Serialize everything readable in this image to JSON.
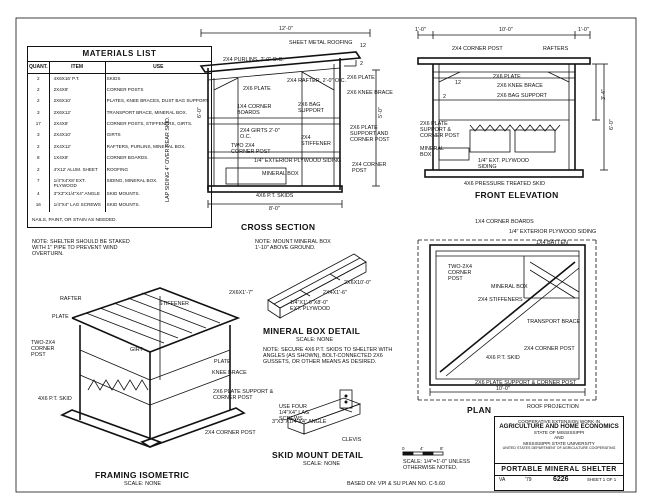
{
  "materials": {
    "title": "MATERIALS LIST",
    "headers": [
      "QUANT.",
      "ITEM",
      "USE"
    ],
    "rows": [
      {
        "quant": "2",
        "item": "4x6x16' P.T.",
        "use": "SKIDS"
      },
      {
        "quant": "2",
        "item": "2x4x8'",
        "use": "CORNER POSTS"
      },
      {
        "quant": "2",
        "item": "2x6x10'",
        "use": "PLATES, KNEE BRACES, DUST BAG SUPPORT."
      },
      {
        "quant": "3",
        "item": "2x6x12'",
        "use": "TRANSPORT BRACE, MINERAL BOX."
      },
      {
        "quant": "17",
        "item": "2x4x8'",
        "use": "CORNER POSTS, STIFFENERS, GIRTS."
      },
      {
        "quant": "3",
        "item": "2x4x10'",
        "use": "GIRTS"
      },
      {
        "quant": "2",
        "item": "2x4x12'",
        "use": "RAFTERS, PURLINS, MINERAL BOX."
      },
      {
        "quant": "8",
        "item": "1x4x8'",
        "use": "CORNER BOARDS."
      },
      {
        "quant": "2",
        "item": "4'x12' ALUM. SHEET",
        "use": "ROOFING"
      },
      {
        "quant": "7",
        "item": "1/4\"x4'x8' EXT. PLYWOOD",
        "use": "SIDING, MINERAL BOX."
      },
      {
        "quant": "4",
        "item": "3\"x3\"x1/4\"x4\" ANGLE",
        "use": "SKID MOUNTS."
      },
      {
        "quant": "16",
        "item": "1/4\"x4\" LAG SCREWS",
        "use": "SKID MOUNTS."
      }
    ],
    "note": "NAILS, PAINT, OR STAIN AS NEEDED."
  },
  "cross_section": {
    "title": "CROSS SECTION",
    "labels": {
      "dim_top": "12'-0\"",
      "roofing": "SHEET METAL ROOFING",
      "purlins": "2x4 PURLINS, 2'-0\" O.C.",
      "slope": "12",
      "slope_rise": "2",
      "rafter": "2x4 RAFTER, 2'-0\" O.C.",
      "plate": "2x6 PLATE",
      "plate2": "2x6 PLATE",
      "knee": "2x6 KNEE BRACE",
      "corner_boards": "1x4 CORNER BOARDS",
      "bag_support": "2x6 BAG SUPPORT",
      "girts": "2x4 GIRTS 2'-0\" O.C.",
      "two_corner": "TWO 2x4 CORNER POST",
      "stiffener": "2x4 STIFFENER",
      "plate_support": "2x6 PLATE SUPPORT AND CORNER POST",
      "siding": "1/4\" EXTERIOR PLYWOOD SIDING",
      "mineral_box": "MINERAL BOX",
      "corner_post": "2x4 CORNER POST",
      "skids": "4x6 P.T. SKIDS",
      "dim_bottom": "8'-0\"",
      "lap": "LAP SIDING 4\" OVER REAR SKID.",
      "dim_left": "6'-0\"",
      "dim_right": "5'-0\""
    }
  },
  "front_elevation": {
    "title": "FRONT ELEVATION",
    "labels": {
      "dim_a": "1'-0\"",
      "dim_b": "10'-0\"",
      "dim_c": "1'-0\"",
      "corner_post": "2x4 CORNER POST",
      "rafters": "RAFTERS",
      "plate": "2x6 PLATE",
      "knee": "2x6 KNEE BRACE",
      "bag_support": "2x6 BAG SUPPORT",
      "slope": "12",
      "slope_rise": "2",
      "plate_support": "2x6 PLATE SUPPORT & CORNER POST",
      "mineral_box": "MINERAL BOX",
      "siding": "1/4\" EXT. PLYWOOD SIDING",
      "skid": "4x6 PRESSURE TREATED SKID",
      "dim_r1": "3'-4\"",
      "dim_r2": "6'-0\""
    }
  },
  "plan": {
    "title": "PLAN",
    "labels": {
      "corner_boards": "1x4 CORNER BOARDS",
      "siding": "1/4\" EXTERIOR PLYWOOD SIDING",
      "batten": "1x4 BATTEN",
      "two_corner": "TWO-2x4 CORNER POST",
      "mineral_box": "MINERAL BOX",
      "stiffeners": "2x4 STIFFENERS",
      "transport": "TRANSPORT BRACE",
      "corner_post": "2x4 CORNER POST",
      "skid": "4x6 P.T. SKID",
      "plate_support": "2x6 PLATE SUPPORT & CORNER POST",
      "dim": "10'-0\"",
      "roof_proj": "ROOF PROJECTION"
    }
  },
  "mineral_box": {
    "title": "MINERAL BOX DETAIL",
    "scale": "SCALE: NONE",
    "labels": {
      "note": "NOTE: MOUNT MINERAL BOX 1'-10\" ABOVE GROUND.",
      "a": "2x6x1'-7\"",
      "b": "2x6x10'-0\"",
      "c": "2x4x1'-6\"",
      "d": "1/4\"x1'-6\"x8'-0\" EXT. PLYWOOD"
    }
  },
  "skid_mount": {
    "title": "SKID MOUNT DETAIL",
    "scale": "SCALE: NONE",
    "labels": {
      "note": "NOTE: SECURE 4x6 P.T. SKIDS TO SHELTER WITH ANGLES (AS SHOWN), BOLT-CONNECTED 2x6 GUSSETS, OR OTHER MEANS AS DESIRED.",
      "lag": "USE FOUR 1/4\"x4\" LAG SCREWS",
      "angle": "3\"x3\"x1/4\"x4\" ANGLE",
      "clevis": "CLEVIS"
    }
  },
  "isometric": {
    "title": "FRAMING ISOMETRIC",
    "scale": "SCALE: NONE",
    "labels": {
      "note": "NOTE: SHELTER SHOULD BE STAKED WITH 1\" PIPE TO PREVENT WIND OVERTURN.",
      "rafter": "RAFTER",
      "stiffener": "STIFFENER",
      "plate": "PLATE",
      "plate2": "PLATE",
      "two_corner": "TWO-2x4 CORNER POST",
      "girt": "GIRT",
      "knee": "KNEE BRACE",
      "skid": "4x6 P.T. SKID",
      "plate_support": "2x6 PLATE SUPPORT & CORNER POST",
      "corner_post": "2x4 CORNER POST"
    }
  },
  "footer": {
    "scale_bar": "SCALE: 1/4\"=1'-0\" UNLESS OTHERWISE NOTED.",
    "based_on": "BASED ON: VPI & SU PLAN NO. C-5.60",
    "scale_0": "0",
    "scale_1": "4'",
    "scale_2": "8'"
  },
  "title_block": {
    "line1": "COOPERATIVE EXTENSION WORK IN",
    "line2": "AGRICULTURE AND HOME ECONOMICS",
    "line3": "STATE OF MISSISSIPPI",
    "line4": "AND",
    "line5": "MISSISSIPPI STATE UNIVERSITY",
    "line6": "UNITED STATES DEPARTMENT OF AGRICULTURE COOPERATING",
    "name": "PORTABLE MINERAL SHELTER",
    "date_code": "VA",
    "year": "'79",
    "plan_no": "6226",
    "sheet": "SHEET 1 OF 1"
  }
}
